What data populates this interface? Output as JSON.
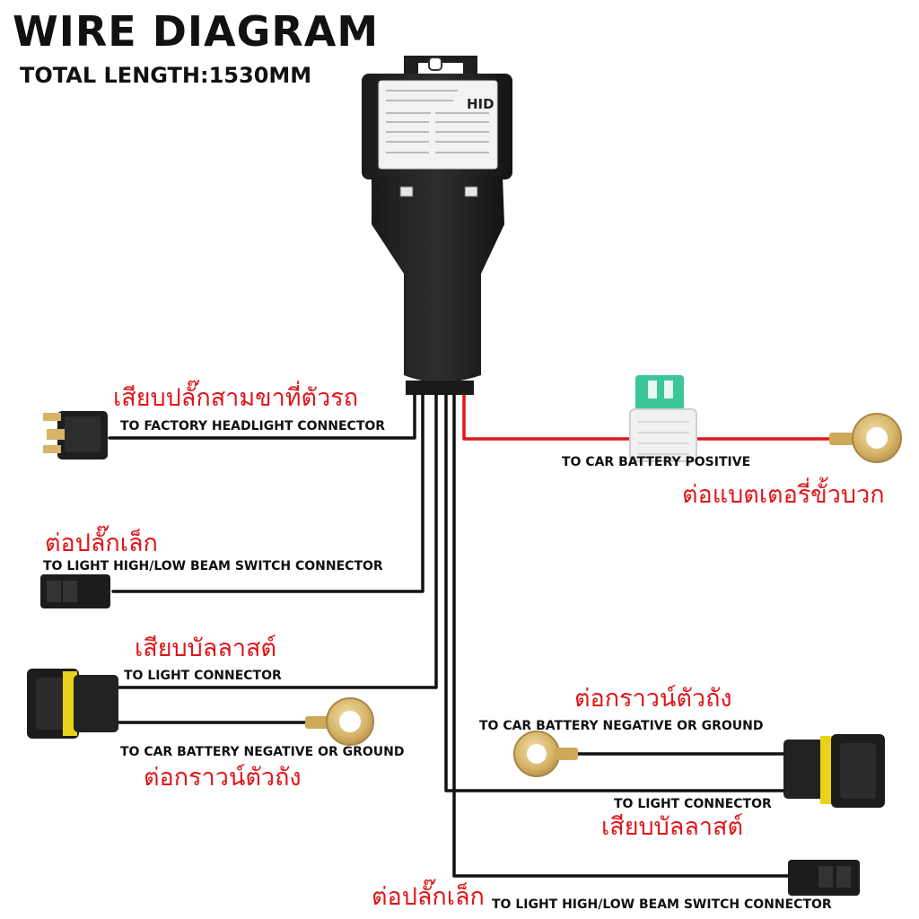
{
  "title": "WIRE DIAGRAM",
  "subtitle": "TOTAL LENGTH:1530MM",
  "relay": {
    "brand": "HID"
  },
  "labels": {
    "factory_th": "เสียบปลั๊กสามขาที่ตัวรถ",
    "factory_en": "TO FACTORY HEADLIGHT CONNECTOR",
    "switch_left_th": "ต่อปลั๊กเล็ก",
    "switch_left_en": "TO LIGHT HIGH/LOW BEAM SWITCH CONNECTOR",
    "light_left_th": "เสียบบัลลาสต์",
    "light_left_en": "TO LIGHT CONNECTOR",
    "ground_left_en": "TO CAR BATTERY NEGATIVE OR GROUND",
    "ground_left_th": "ต่อกราวน์ตัวถัง",
    "battery_pos_en": "TO CAR BATTERY POSITIVE",
    "battery_pos_th": "ต่อแบตเตอรี่ขั้วบวก",
    "ground_right_th": "ต่อกราวน์ตัวถัง",
    "ground_right_en": "TO CAR BATTERY NEGATIVE OR GROUND",
    "light_right_en": "TO LIGHT CONNECTOR",
    "light_right_th": "เสียบบัลลาสต์",
    "switch_right_th": "ต่อปลั๊กเล็ก",
    "switch_right_en": "TO LIGHT HIGH/LOW BEAM SWITCH CONNECTOR"
  },
  "colors": {
    "wire_black": "#111111",
    "wire_red": "#e0161a",
    "fuse_green": "#3cc79a",
    "terminal": "#d8b56a",
    "thai_red": "#e0161a"
  }
}
